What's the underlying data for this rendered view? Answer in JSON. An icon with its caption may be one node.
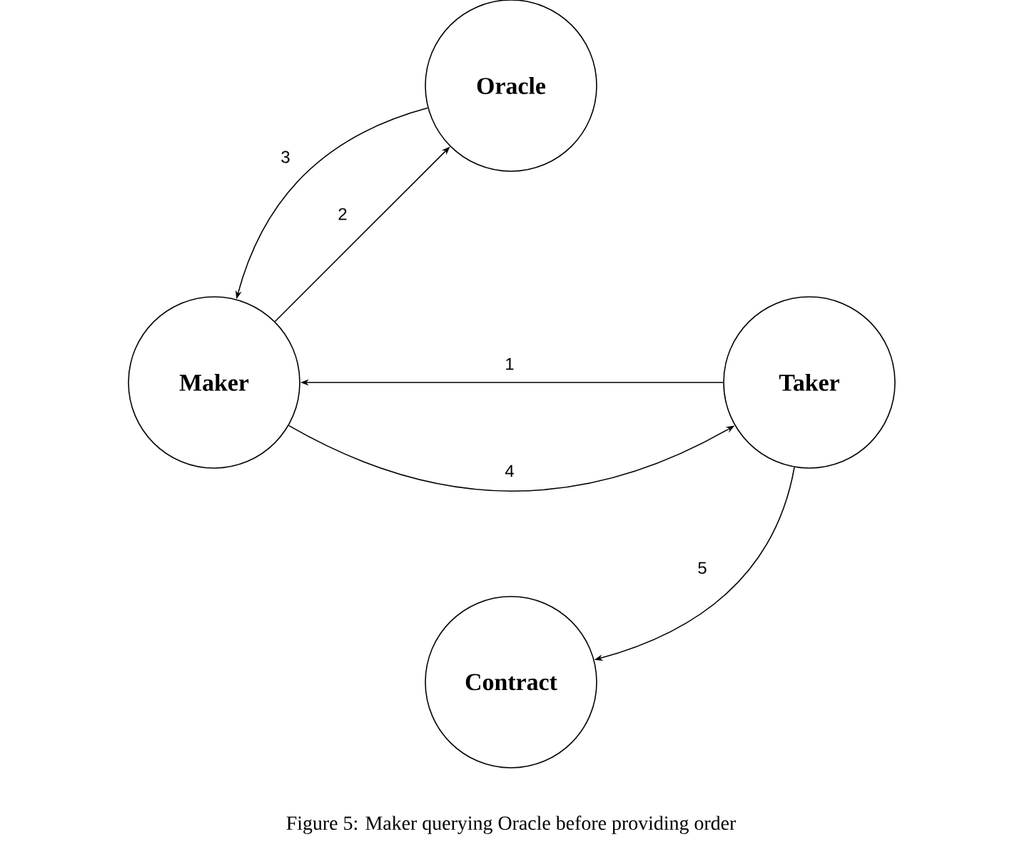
{
  "diagram": {
    "caption": "Figure 5: Maker querying Oracle before providing order",
    "nodes": [
      {
        "text": [
          "Oracle"
        ]
      },
      {
        "text": [
          "Maker"
        ]
      },
      {
        "text": [
          "Taker"
        ]
      },
      {
        "text": [
          "Contract"
        ]
      }
    ],
    "edges": [
      {
        "from": 2,
        "to": 1,
        "arrow": "to",
        "label": "1"
      },
      {
        "from": 1,
        "to": 0,
        "arrow": "to",
        "label": "2"
      },
      {
        "from": 0,
        "to": 1,
        "arrow": "to",
        "label": "3"
      },
      {
        "from": 1,
        "to": 2,
        "arrow": "to",
        "label": "4"
      },
      {
        "from": 2,
        "to": 3,
        "arrow": "to",
        "label": "5"
      }
    ]
  }
}
